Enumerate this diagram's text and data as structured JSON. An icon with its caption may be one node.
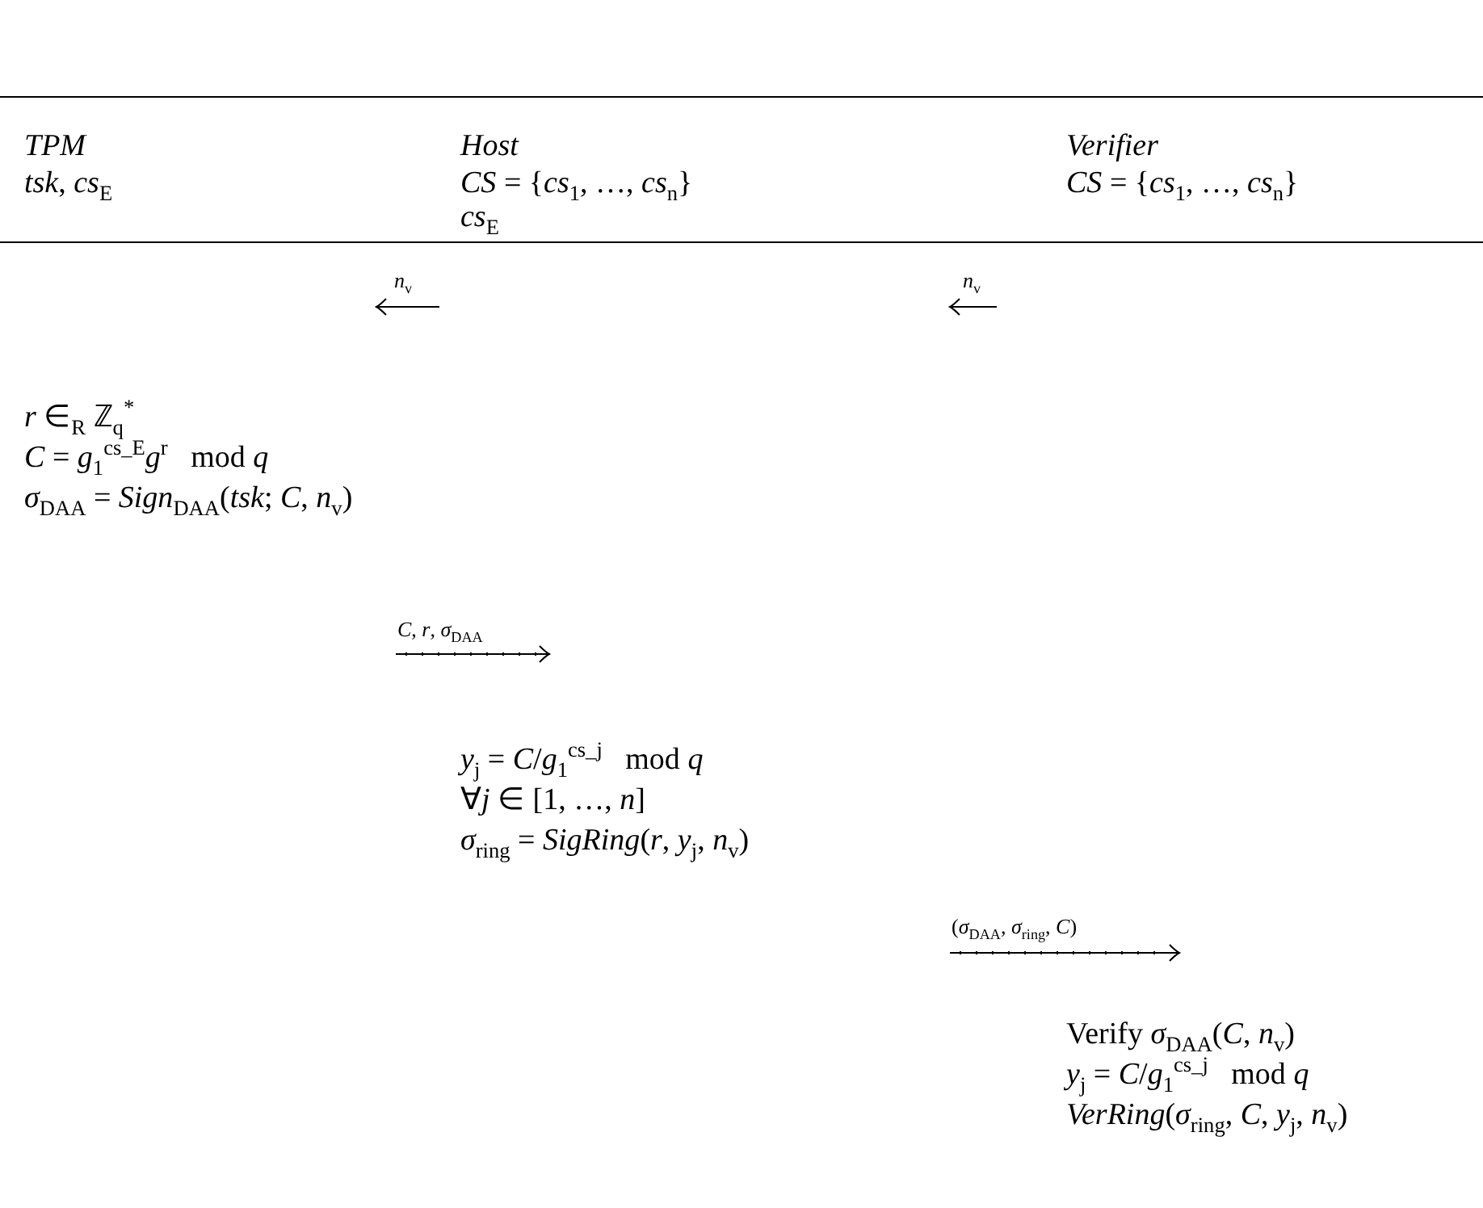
{
  "diagram": {
    "labels": [
      "TPM",
      "Host",
      "Verifier",
      "*tsk*, *cs*$_{E}$",
      "*CS* = {*cs*$_{1}$, …, *cs*$_{n}$}",
      "*CS* = {*cs*$_{1}$, …, *cs*$_{n}$}",
      "*cs*$_{E}$",
      "*n*$_{v}$",
      "*n*$_{v}$",
      "*r* ∈$_{R}$ ℤ$_{q}$$^{*}$",
      "*C* = *g*$_{1}$$^{cs_E}$*g*$^{r}$   mod *q*",
      "*σ*$_{DAA}$ = *Sign*$_{DAA}$(*tsk*; *C*, *n*$_{v}$)",
      "*C*, *r*, *σ*$_{DAA}$",
      "*y*$_{j}$ = *C*/*g*$_{1}$$^{cs_j}$   mod *q*",
      "∀*j* ∈ [1, …, *n*]",
      "*σ*$_{ring}$ = *SigRing*(*r*, *y*$_{j}$, *n*$_{v}$)",
      "(*σ*$_{DAA}$, *σ*$_{ring}$, *C*)",
      "Verify *σ*$_{DAA}$(*C*, *n*$_{v}$)",
      "*y*$_{j}$ = *C*/*g*$_{1}$$^{cs_j}$   mod *q*",
      "*VerRing*(*σ*$_{ring}$, *C*, *y*$_{j}$, *n*$_{v}$)"
    ]
  }
}
